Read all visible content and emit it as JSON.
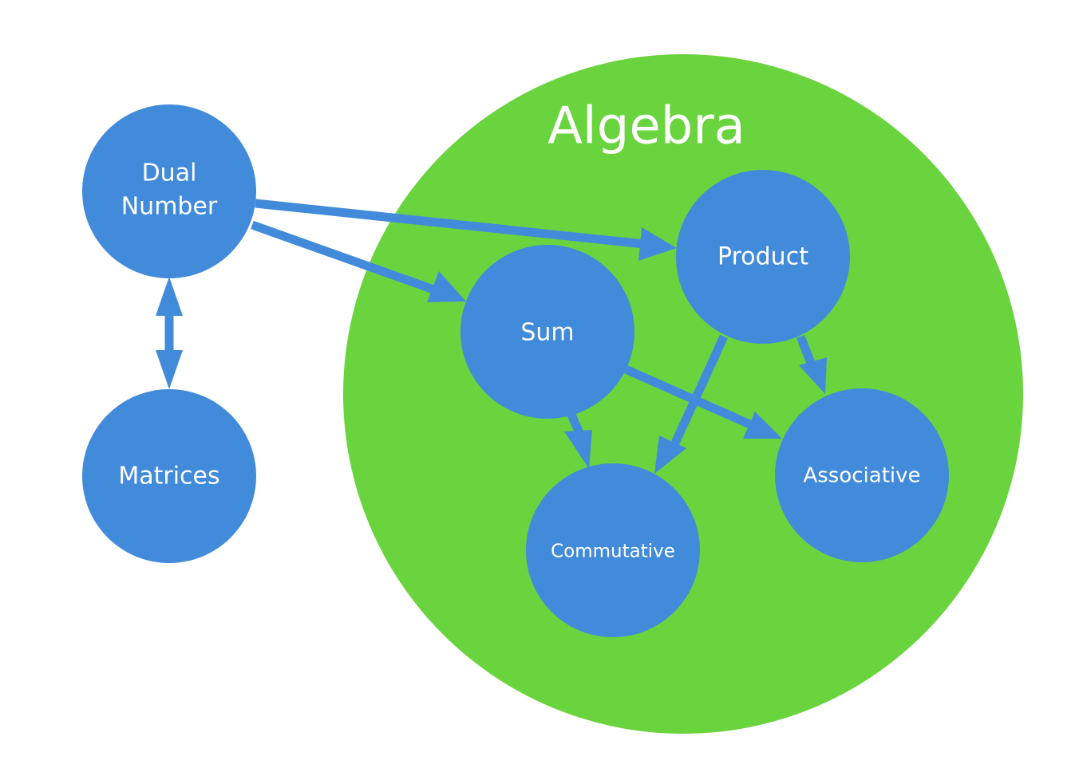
{
  "diagram": {
    "container": {
      "label": "Algebra",
      "color": "#6ad43e"
    },
    "node_color": "#428bdb",
    "edge_color": "#428bdb",
    "text_color": "#ffffff",
    "nodes": {
      "dual_number": {
        "line1": "Dual",
        "line2": "Number"
      },
      "matrices": {
        "label": "Matrices"
      },
      "sum": {
        "label": "Sum"
      },
      "product": {
        "label": "Product"
      },
      "commutative": {
        "label": "Commutative"
      },
      "associative": {
        "label": "Associative"
      }
    },
    "edges": [
      {
        "from": "Dual Number",
        "to": "Product",
        "direction": "forward"
      },
      {
        "from": "Dual Number",
        "to": "Sum",
        "direction": "forward"
      },
      {
        "from": "Dual Number",
        "to": "Matrices",
        "direction": "both"
      },
      {
        "from": "Sum",
        "to": "Commutative",
        "direction": "forward"
      },
      {
        "from": "Sum",
        "to": "Associative",
        "direction": "forward"
      },
      {
        "from": "Product",
        "to": "Commutative",
        "direction": "forward"
      },
      {
        "from": "Product",
        "to": "Associative",
        "direction": "forward"
      }
    ]
  }
}
